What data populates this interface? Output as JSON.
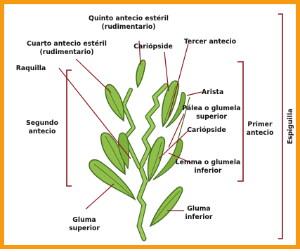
{
  "colors": {
    "frame": "#f59a12",
    "bracket": "#8a1216",
    "leader": "#8a1216",
    "leaf_fill": "#8fbf4a",
    "leaf_dark": "#3f6a1e",
    "stem": "#9cc95a"
  },
  "labels": {
    "quinto_1": "Quinto antecio estéril",
    "quinto_2": "(rudimentario)",
    "cuarto_1": "Cuarto antecio estéril",
    "cuarto_2": "(rudimentario)",
    "cariopside_top": "Cariópside",
    "tercer": "Tercer antecio",
    "raquilla": "Raquilla",
    "arista": "Arista",
    "palea_1": "Pálea o glumela",
    "palea_2": "superior",
    "cariopside_mid": "Cariópside",
    "segundo_1": "Segundo",
    "segundo_2": "antecio",
    "primer_1": "Primer",
    "primer_2": "antecio",
    "espiguilla": "Espiguilla",
    "lemma_1": "Lemma o glumela",
    "lemma_2": "inferior",
    "gluma_sup_1": "Gluma",
    "gluma_sup_2": "superior",
    "gluma_inf_1": "Gluma",
    "gluma_inf_2": "inferior"
  }
}
